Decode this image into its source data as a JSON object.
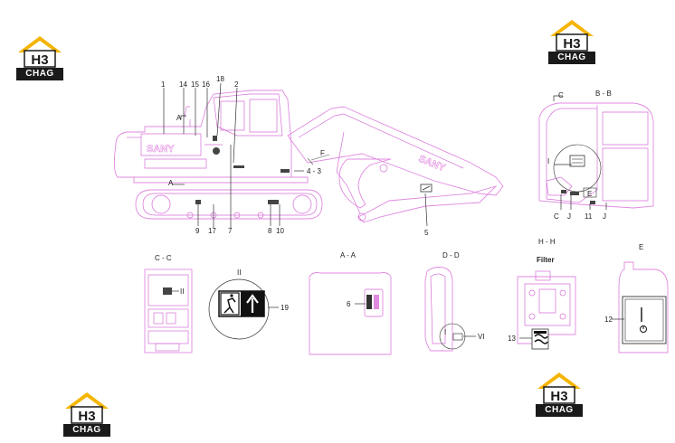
{
  "watermark": {
    "text_top": "H3",
    "text_bottom": "CHAG",
    "roof_color": "#f5b400",
    "dark_color": "#1a1a1a"
  },
  "labels": {
    "n1": "1",
    "n14": "14",
    "n15": "15",
    "n16": "16",
    "n18": "18",
    "n2": "2",
    "n4_3": "4 - 3",
    "n5": "5",
    "n9": "9",
    "n17": "17",
    "n7": "7",
    "n8": "8",
    "n10": "10",
    "n19": "19",
    "n6": "6",
    "n13": "13",
    "n12": "12",
    "n11": "11",
    "A_top": "A",
    "A_side": "A",
    "F": "F",
    "C_top": "C",
    "BB": "B - B",
    "I": "I",
    "E_box": "E",
    "C_bot": "C",
    "J1": "J",
    "J2": "J",
    "CC": "C - C",
    "II": "II",
    "AA": "A - A",
    "DD": "D - D",
    "VI": "VI",
    "HH": "H - H",
    "Filter": "Filter",
    "E_view": "E",
    "II_small": "II",
    "I_small": "I",
    "brand": "SANY",
    "brand_side": "SANY"
  },
  "colors": {
    "line": "#e08ae0",
    "line_dark": "#d66fd6",
    "text": "#222222",
    "ink": "#111111"
  }
}
